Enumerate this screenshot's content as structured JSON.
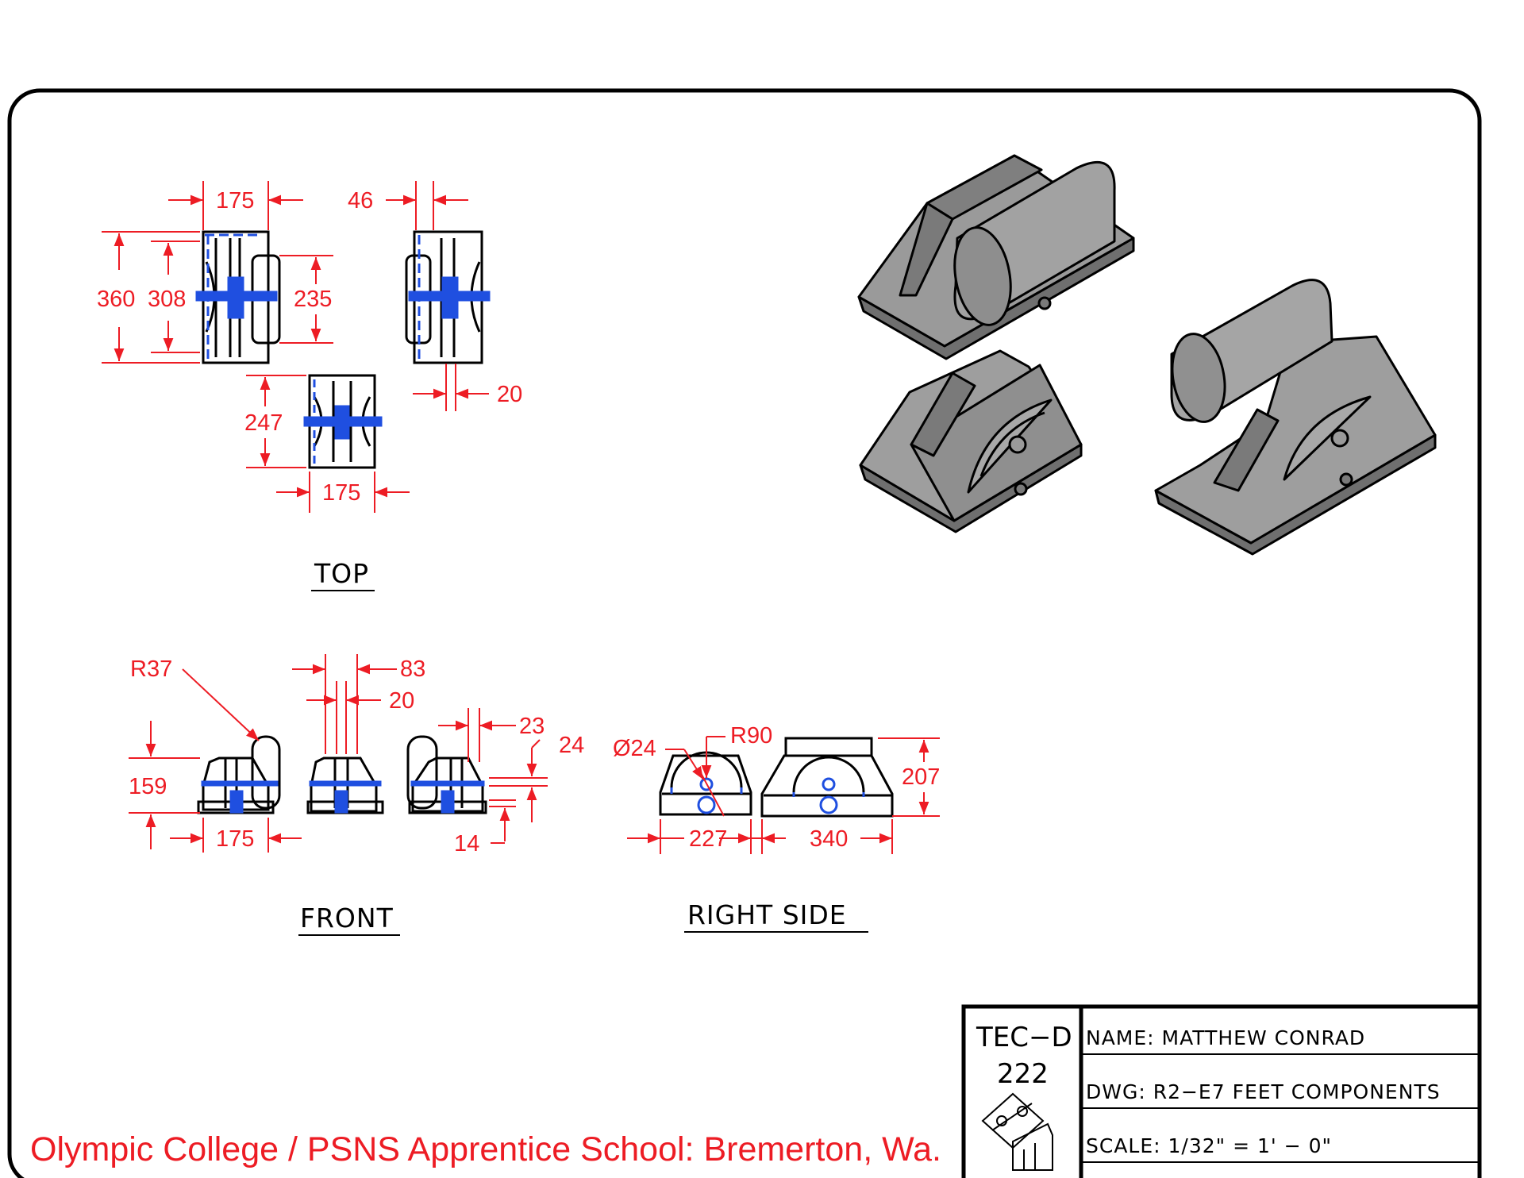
{
  "footer": {
    "school": "Olympic College / PSNS Apprentice School: Bremerton, Wa."
  },
  "title_block": {
    "course_line1": "TEC−D",
    "course_line2": "222",
    "name": "NAME:  MATTHEW  CONRAD",
    "dwg": "DWG:  R2−E7  FEET  COMPONENTS",
    "scale": "SCALE:  1/32\"  =  1'  −  0\""
  },
  "views": {
    "top": "TOP",
    "front": "FRONT",
    "right_side": "RIGHT  SIDE"
  },
  "dimensions": {
    "top_width_a": "175",
    "top_46": "46",
    "top_360": "360",
    "top_308": "308",
    "top_235": "235",
    "top_20": "20",
    "top_247": "247",
    "top_width_b": "175",
    "front_r37": "R37",
    "front_83": "83",
    "front_20": "20",
    "front_23": "23",
    "front_24": "24",
    "front_159": "159",
    "front_175": "175",
    "front_14": "14",
    "side_dia24": "Ø24",
    "side_r90": "R90",
    "side_207": "207",
    "side_227": "227",
    "side_340": "340"
  },
  "colors": {
    "dimension": "#ed1c24",
    "hidden_line": "#1f4fe0",
    "outline": "#000000",
    "solid_fill": "#8c8c8c"
  }
}
